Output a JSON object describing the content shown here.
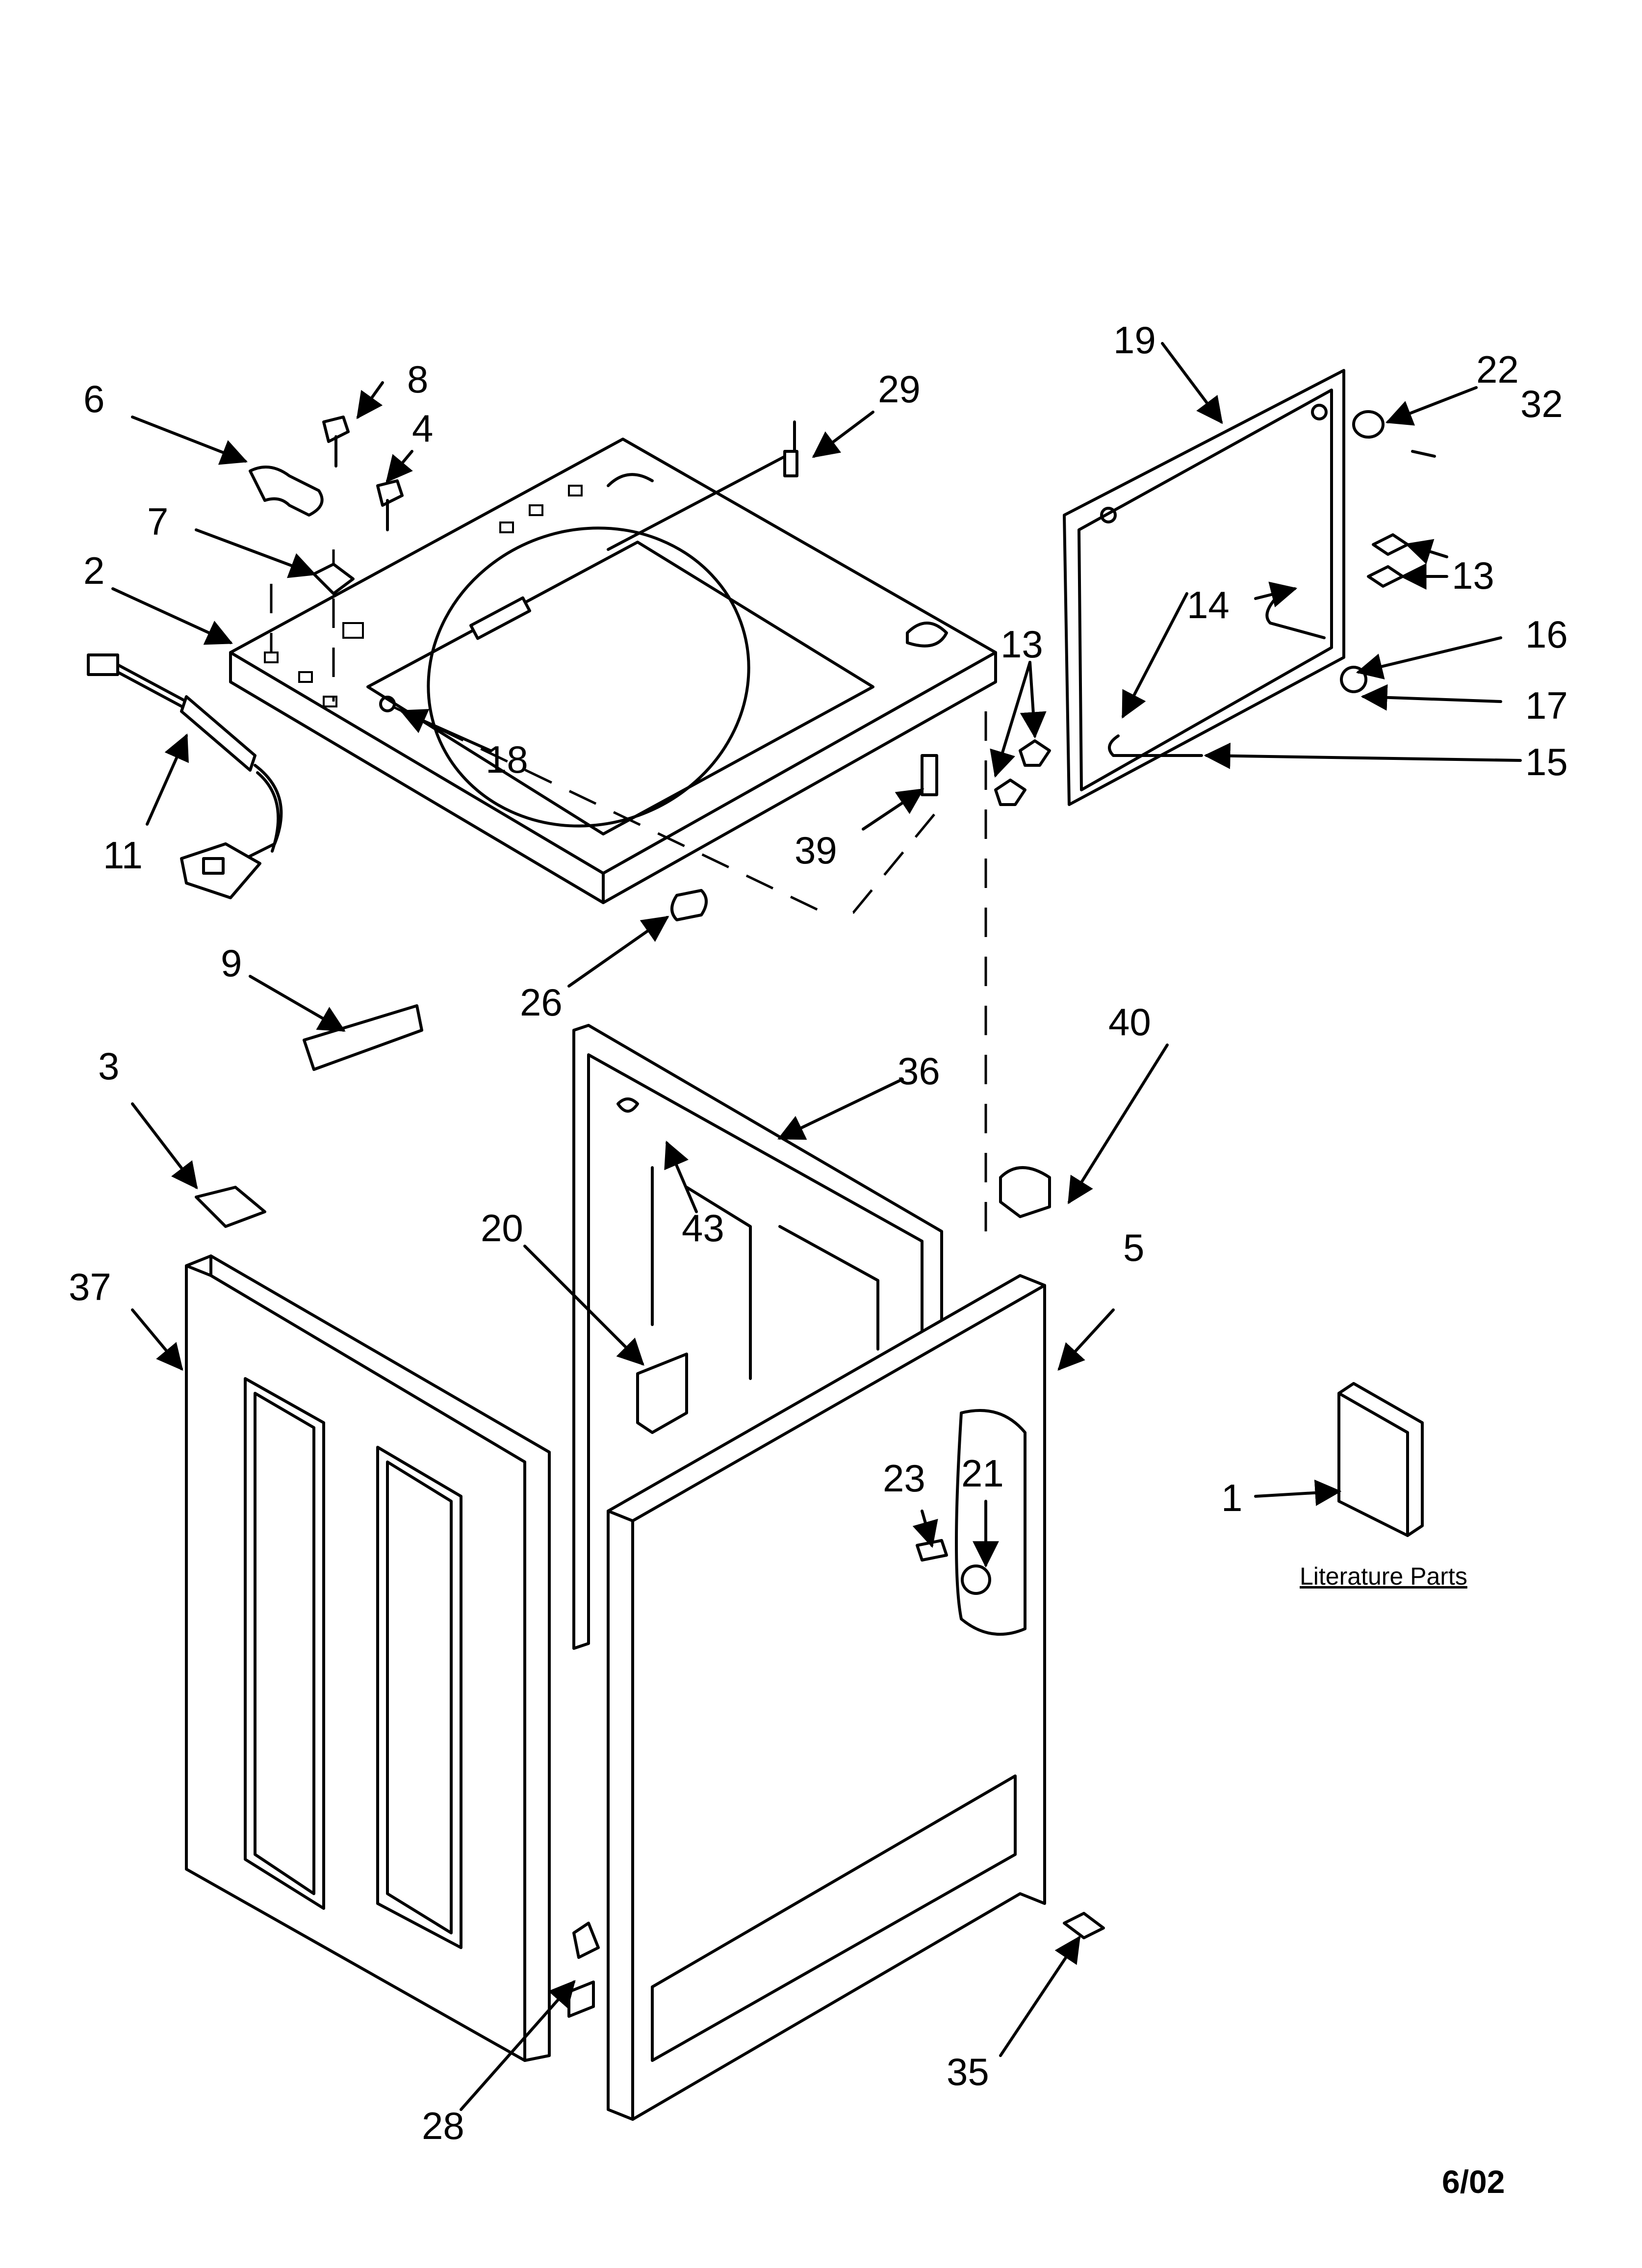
{
  "labels": {
    "l1": "1",
    "l2": "2",
    "l3": "3",
    "l4": "4",
    "l5": "5",
    "l6": "6",
    "l7": "7",
    "l8": "8",
    "l9": "9",
    "l11": "11",
    "l13a": "13",
    "l13b": "13",
    "l14a": "14",
    "l14b": "14",
    "l15": "15",
    "l16": "16",
    "l17": "17",
    "l18": "18",
    "l19": "19",
    "l20": "20",
    "l21": "21",
    "l22": "22",
    "l23": "23",
    "l26": "26",
    "l28": "28",
    "l29": "29",
    "l32": "32",
    "l35": "35",
    "l36": "36",
    "l37": "37",
    "l39": "39",
    "l40": "40",
    "l43": "43"
  },
  "literature_caption": "Literature Parts",
  "date_code": "6/02"
}
